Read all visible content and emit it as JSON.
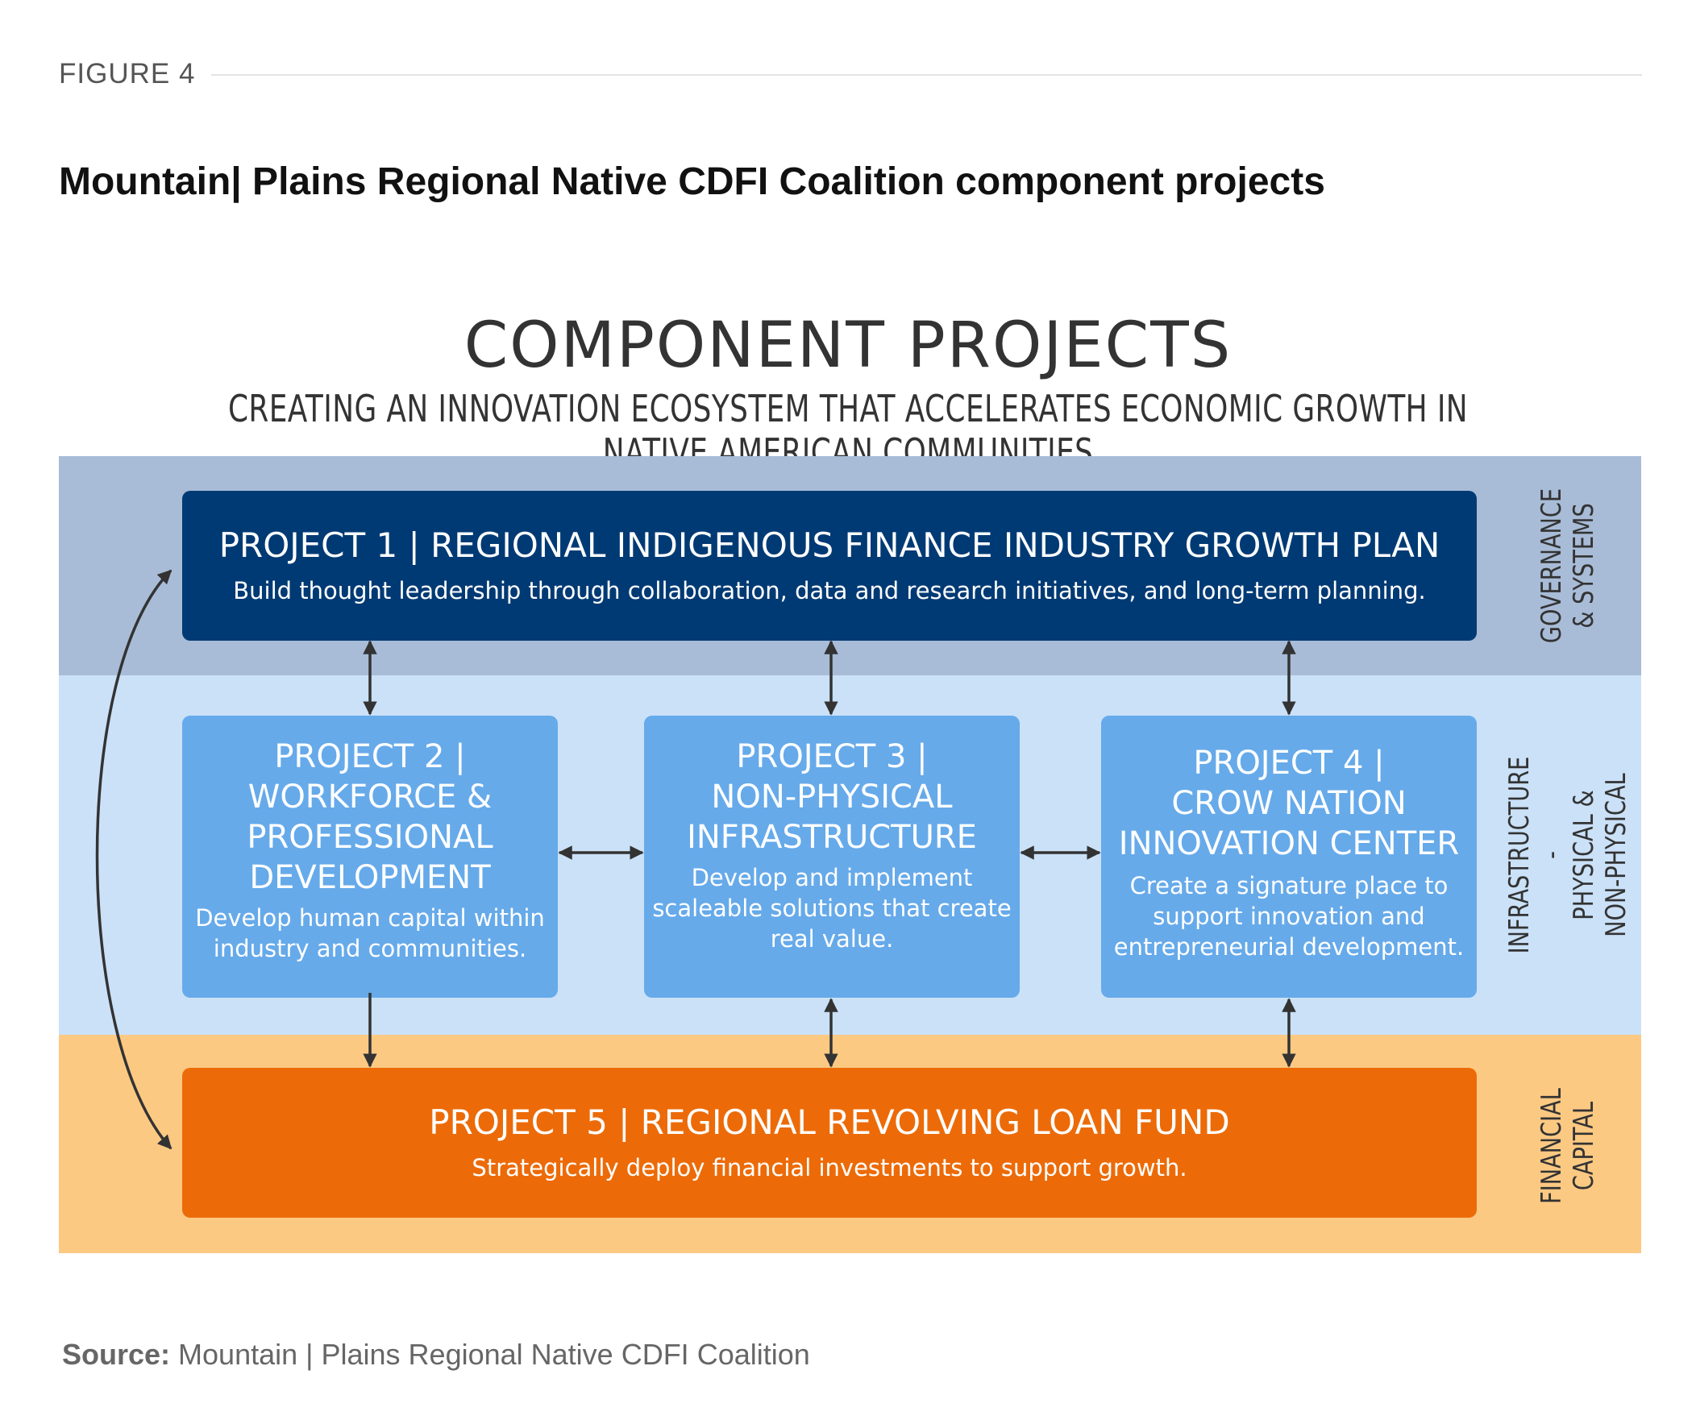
{
  "figure_label": "FIGURE 4",
  "page_title": "Mountain| Plains Regional Native CDFI Coalition component projects",
  "diagram": {
    "title": "COMPONENT PROJECTS",
    "subtitle": "CREATING AN INNOVATION ECOSYSTEM THAT ACCELERATES ECONOMIC GROWTH IN NATIVE AMERICAN COMMUNITIES",
    "bands": {
      "governance": "GOVERNANCE\n& SYSTEMS",
      "infrastructure": "INFRASTRUCTURE -\nPHYSICAL &\nNON-PHYSICAL",
      "financial": "FINANCIAL\nCAPITAL"
    },
    "colors": {
      "governance_band": "#a8bcd7",
      "infrastructure_band": "#cae1f8",
      "financial_band": "#fcc983",
      "project1": "#003a74",
      "projects_mid": "#66aaea",
      "project5": "#ec6b08",
      "arrow": "#333333"
    },
    "projects": {
      "p1": {
        "title": "PROJECT 1 | REGIONAL INDIGENOUS FINANCE INDUSTRY GROWTH PLAN",
        "description": "Build thought leadership through collaboration, data and research initiatives, and long-term planning."
      },
      "p2": {
        "title": "PROJECT 2 |\nWORKFORCE &\nPROFESSIONAL\nDEVELOPMENT",
        "description": "Develop human capital within\nindustry and communities."
      },
      "p3": {
        "title": "PROJECT 3 |\nNON-PHYSICAL\nINFRASTRUCTURE",
        "description": "Develop and implement\nscaleable solutions that create\nreal value."
      },
      "p4": {
        "title": "PROJECT 4 |\nCROW NATION\nINNOVATION CENTER",
        "description": "Create a signature place to\nsupport innovation and\nentrepreneurial development."
      },
      "p5": {
        "title": "PROJECT 5 | REGIONAL REVOLVING LOAN FUND",
        "description": "Strategically deploy financial investments to support growth."
      }
    }
  },
  "source": {
    "label": "Source:",
    "text": " Mountain | Plains Regional Native CDFI Coalition"
  }
}
